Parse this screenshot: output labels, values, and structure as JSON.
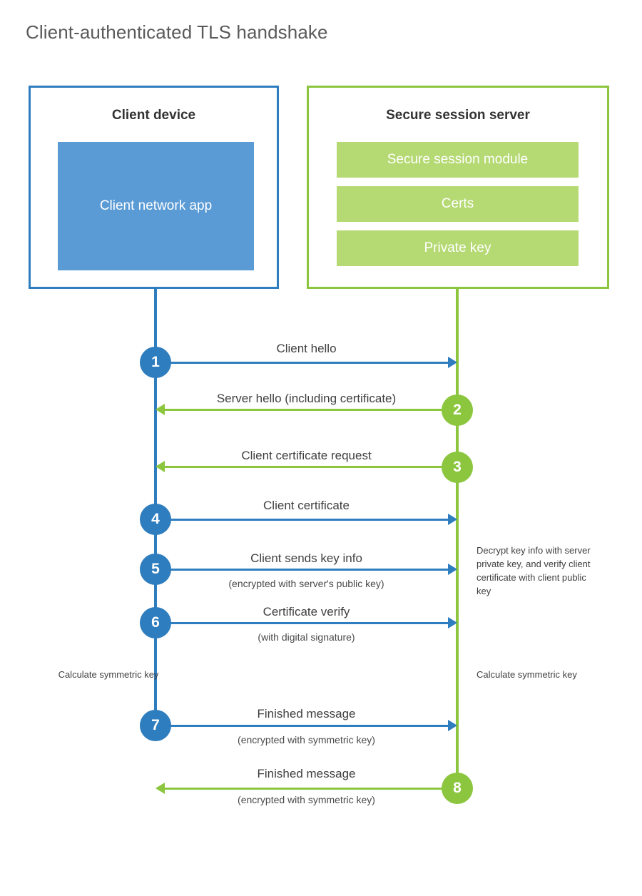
{
  "title": "Client-authenticated TLS handshake",
  "colors": {
    "client_accent": "#2E7DBE",
    "client_app_fill": "#5B9BD5",
    "server_accent": "#8CC63E",
    "server_module_fill": "#B5D973",
    "text": "#3f3f3f",
    "title_text": "#5a5a5a"
  },
  "actors": {
    "client": {
      "title": "Client device",
      "components": [
        "Client network app"
      ]
    },
    "server": {
      "title": "Secure session server",
      "components": [
        "Secure session module",
        "Certs",
        "Private key"
      ]
    }
  },
  "steps": [
    {
      "number": "1",
      "label": "Client hello",
      "sublabel": "",
      "direction": "client-to-server",
      "color": "blue"
    },
    {
      "number": "2",
      "label": "Server hello (including certificate)",
      "sublabel": "",
      "direction": "server-to-client",
      "color": "green"
    },
    {
      "number": "3",
      "label": "Client certificate request",
      "sublabel": "",
      "direction": "server-to-client",
      "color": "green"
    },
    {
      "number": "4",
      "label": "Client certificate",
      "sublabel": "",
      "direction": "client-to-server",
      "color": "blue"
    },
    {
      "number": "5",
      "label": "Client sends key info",
      "sublabel": "(encrypted with server's public key)",
      "direction": "client-to-server",
      "color": "blue"
    },
    {
      "number": "6",
      "label": "Certificate verify",
      "sublabel": "(with digital signature)",
      "direction": "client-to-server",
      "color": "blue"
    },
    {
      "number": "7",
      "label": "Finished message",
      "sublabel": "(encrypted with symmetric key)",
      "direction": "client-to-server",
      "color": "blue"
    },
    {
      "number": "8",
      "label": "Finished message",
      "sublabel": "(encrypted with symmetric key)",
      "direction": "server-to-client",
      "color": "green"
    }
  ],
  "annotations": {
    "decrypt_note": "Decrypt key info with server private key, and verify client certificate with client public key",
    "calculate_client": "Calculate symmetric key",
    "calculate_server": "Calculate symmetric key"
  }
}
